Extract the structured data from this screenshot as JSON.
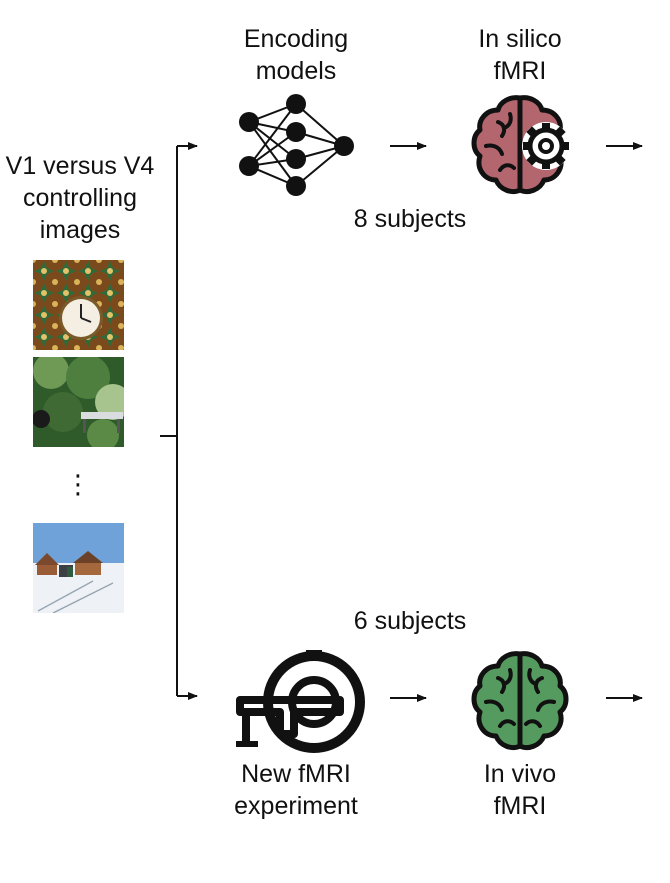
{
  "images_label": [
    "V1 versus V4",
    "controlling",
    "images"
  ],
  "encoding_label": [
    "Encoding",
    "models"
  ],
  "insilico_label": [
    "In silico",
    "fMRI"
  ],
  "insilico_subjects": "8 subjects",
  "invivo_subjects": "6 subjects",
  "experiment_label": [
    "New fMRI",
    "experiment"
  ],
  "invivo_label": [
    "In vivo",
    "fMRI"
  ],
  "ellipsis": "⋮",
  "colors": {
    "insilico_brain": "#b3666e",
    "invivo_brain": "#559a5f",
    "line": "#111111"
  },
  "icons": [
    "neural-network-icon",
    "brain-gear-icon",
    "mri-scanner-icon",
    "brain-icon"
  ]
}
